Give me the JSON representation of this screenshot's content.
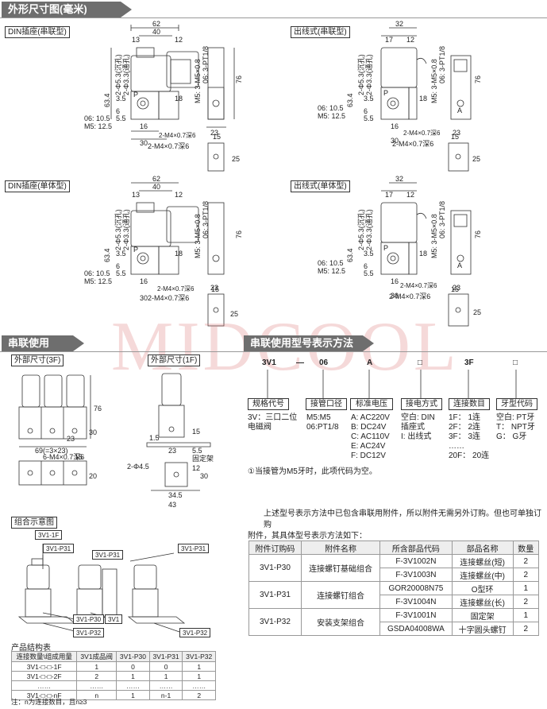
{
  "sections": {
    "dimension": "外形尺寸图(毫米)",
    "series_use": "串联使用",
    "series_model": "串联使用型号表示方法",
    "combo": "组合示意图",
    "product_table_title": "产品结构表"
  },
  "panels": {
    "din_series": "DIN插座(串联型)",
    "wire_series": "出线式(串联型)",
    "din_single": "DIN插座(单体型)",
    "wire_single": "出线式(单体型)",
    "outer_3f": "外部尺寸(3F)",
    "outer_1f": "外部尺寸(1F)"
  },
  "watermark": "MIDCOOL",
  "drawing_labels": {
    "w62": "62",
    "w40": "40",
    "w13": "13",
    "w32": "32",
    "w12": "12",
    "w17": "17",
    "h63_4": "63.4",
    "h76": "76",
    "m5_1": "M5: 3-M5×0.8",
    "m5_2": "06: 3-PT1/8",
    "d1": "2-Φ5.3(沉孔)",
    "d2": "2-Φ3.3(通孔)",
    "v3_5": "3.5",
    "v18": "18",
    "v6": "6",
    "v5_5": "5.5",
    "v16": "16",
    "v30": "30",
    "v23": "23",
    "p06": "06: 10.5",
    "pm5": "M5: 12.5",
    "screw": "2-M4×0.7深6",
    "v15": "15",
    "v25": "25",
    "port_p": "P",
    "port_a": "A"
  },
  "series_labels": {
    "h76": "76",
    "w69": "69(=3×23)",
    "w23": "23",
    "w30": "30",
    "screw6": "6-M4×0.7深6",
    "v15": "15",
    "v20": "20",
    "d45": "2-Φ4.5",
    "v12": "12",
    "v30b": "30",
    "w34_5": "34.5",
    "w43": "43",
    "fix": "固定架",
    "v1_5": "1.5",
    "v23b": "23",
    "v5_5": "5.5",
    "v15b": "15"
  },
  "model": {
    "codes": [
      "3V1",
      "—",
      "06",
      "A",
      "□",
      "3F",
      "□"
    ],
    "boxes": [
      "规格代号",
      "接管口径",
      "标准电压",
      "接电方式",
      "连接数目",
      "牙型代码"
    ],
    "desc": [
      [
        "3V：三口二位",
        "电磁阀"
      ],
      [
        "M5:M5",
        "06:PT1/8"
      ],
      [
        "A: AC220V",
        "B: DC24V",
        "C: AC110V",
        "E: AC24V",
        "F: DC12V"
      ],
      [
        "空白: DIN",
        "插座式",
        "I: 出线式"
      ],
      [
        "1F：  1连",
        "2F：  2连",
        "3F：  3连",
        "……",
        "20F：  20连"
      ],
      [
        "空白: PT牙",
        "T：  NPT牙",
        "G：  G牙"
      ]
    ],
    "note": "①当接管为M5牙时，此项代码为空。",
    "para": [
      "上述型号表示方法中已包含串联用附件，所以附件无需另外订购。但也可单独订购",
      "附件，其具体型号表示方法如下："
    ]
  },
  "accessory_table": {
    "headers": [
      "附件订购码",
      "附件名称",
      "所含部品代码",
      "部品名称",
      "数量"
    ],
    "groups": [
      {
        "code": "3V1-P30",
        "name": "连接螺钉基础组合",
        "rows": [
          [
            "F-3V1002N",
            "连接螺丝(短)",
            "2"
          ],
          [
            "F-3V1003N",
            "连接螺丝(中)",
            "2"
          ]
        ]
      },
      {
        "code": "3V1-P31",
        "name": "连接螺钉组合",
        "rows": [
          [
            "GOR20008N75",
            "O型环",
            "1"
          ],
          [
            "F-3V1004N",
            "连接螺丝(长)",
            "2"
          ]
        ]
      },
      {
        "code": "3V1-P32",
        "name": "安装支架组合",
        "rows": [
          [
            "F-3V1001N",
            "固定架",
            "1"
          ],
          [
            "GSDA04008WA",
            "十字圆头螺钉",
            "2"
          ]
        ]
      }
    ]
  },
  "combo_tags": {
    "t1": "3V1-1F",
    "t2": "3V1-P31",
    "t3": "3V1-P31",
    "t4": "3V1-P31",
    "t5": "3V1-P30",
    "t6": "3V1",
    "t7": "3V1-P32",
    "t8": "3V1-P32"
  },
  "product_table": {
    "headers": [
      "连接数量\\组成用量",
      "3V1成品阀",
      "3V1-P30",
      "3V1-P31",
      "3V1-P32"
    ],
    "rows": [
      [
        "3V1-□-□-1F",
        "1",
        "0",
        "0",
        "1"
      ],
      [
        "3V1-□-□-2F",
        "2",
        "1",
        "1",
        "1"
      ],
      [
        "……",
        "……",
        "……",
        "……",
        "……"
      ],
      [
        "3V1-□-□-nF",
        "n",
        "1",
        "n-1",
        "2"
      ]
    ],
    "note": "注：n为连接数目，且n≥3"
  },
  "colors": {
    "header_bg": "#6e6e6e",
    "watermark": "#dc7878"
  }
}
